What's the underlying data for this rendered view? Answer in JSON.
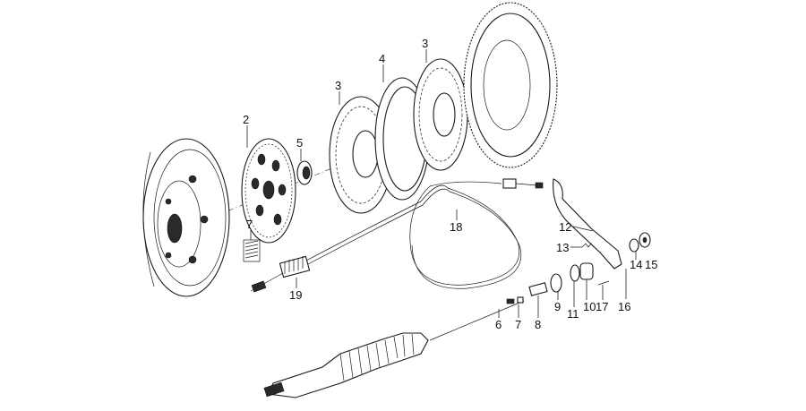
{
  "diagram": {
    "callouts": [
      "2",
      "3",
      "4",
      "3",
      "5",
      "7",
      "18",
      "19",
      "12",
      "13",
      "14",
      "15",
      "16",
      "9",
      "11",
      "10",
      "17",
      "6",
      "7",
      "8"
    ]
  }
}
